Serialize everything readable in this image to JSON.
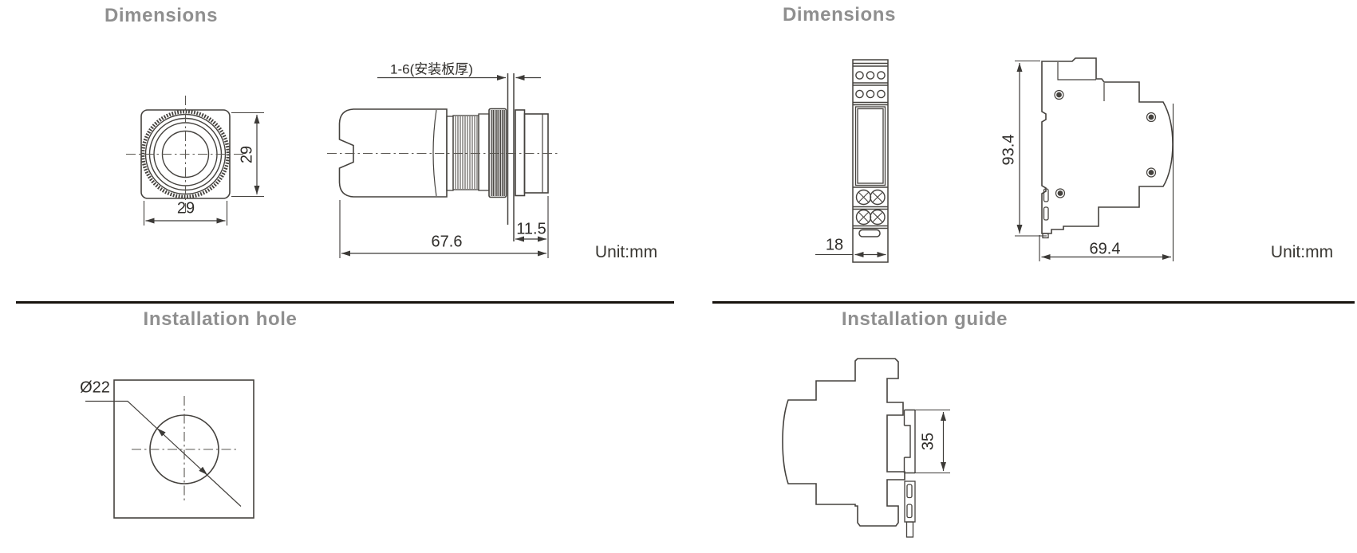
{
  "sections": {
    "pushbutton": {
      "title": "Dimensions",
      "unit_label": "Unit:mm",
      "front": {
        "width_mm": "29",
        "height_mm": "29"
      },
      "side": {
        "panel_thickness_label": "1-6(安装板厚)",
        "total_length_mm": "67.6",
        "head_length_mm": "11.5"
      }
    },
    "module": {
      "title": "Dimensions",
      "unit_label": "Unit:mm",
      "front": {
        "width_mm": "18"
      },
      "side": {
        "height_mm": "93.4",
        "depth_mm": "69.4"
      }
    },
    "hole": {
      "title": "Installation hole",
      "diameter_label": "Ø22"
    },
    "guide": {
      "title": "Installation guide",
      "rail_height_mm": "35"
    }
  },
  "colors": {
    "background": "#ffffff",
    "line": "#45423e",
    "dimension_text": "#2f2d2a",
    "title_gray": "#8f8f8f",
    "divider": "#17130e"
  }
}
